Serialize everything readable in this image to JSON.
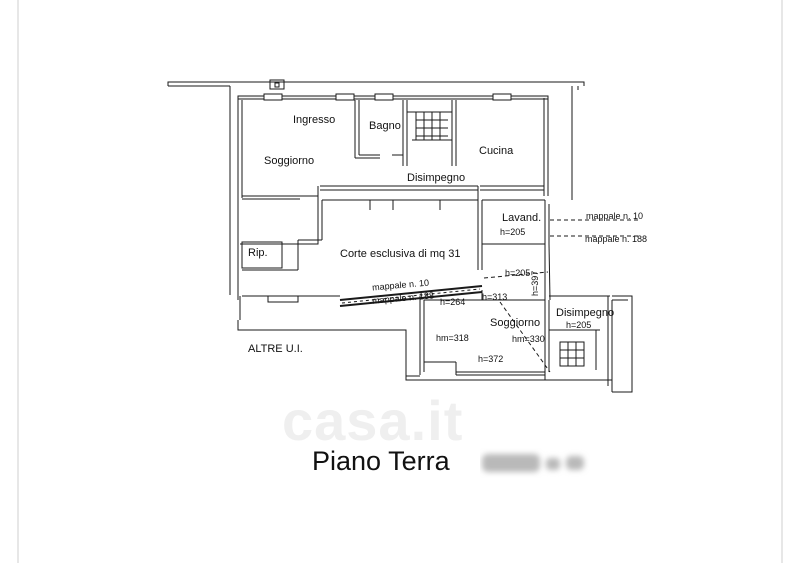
{
  "rooms": {
    "ingresso": "Ingresso",
    "bagno": "Bagno",
    "soggiorno_upper": "Soggiorno",
    "cucina": "Cucina",
    "disimpegno_upper": "Disimpegno",
    "lavand": "Lavand.",
    "rip": "Rip.",
    "corte": "Corte esclusiva di mq 31",
    "soggiorno_lower": "Soggiorno",
    "disimpegno_lower": "Disimpegno",
    "altre": "ALTRE U.I."
  },
  "annotations": {
    "mappale10_right": "mappale n. 10",
    "mappale188_right": "mappale n. 188",
    "mappale10_wall": "mappale n. 10",
    "mappale188_wall": "mappale n. 188",
    "h205_lavand": "h=205",
    "h205_mid": "h=205",
    "h264": "h=264",
    "h313": "h=313",
    "h397": "h=397",
    "h205_disimpegno": "h=205",
    "hm318": "hm=318",
    "hm330": "hm=330",
    "h372": "h=372"
  },
  "title": "Piano Terra",
  "watermark": "casa.it",
  "colors": {
    "line": "#1a1a1a",
    "watermark": "#efefef"
  }
}
